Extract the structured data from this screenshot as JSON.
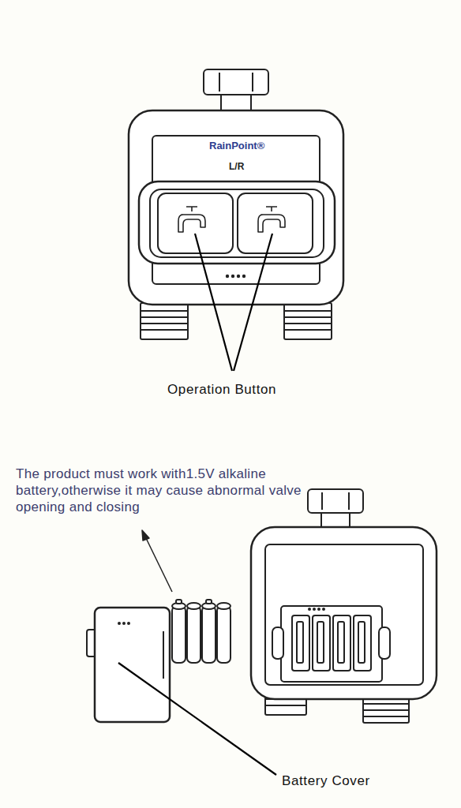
{
  "diagram": {
    "labels": [
      "RainPoint®",
      "L/R",
      "Operation Button",
      "The product must work with1.5V alkaline battery,otherwise it may cause abnormal valve opening and closing",
      "Battery Cover"
    ]
  }
}
